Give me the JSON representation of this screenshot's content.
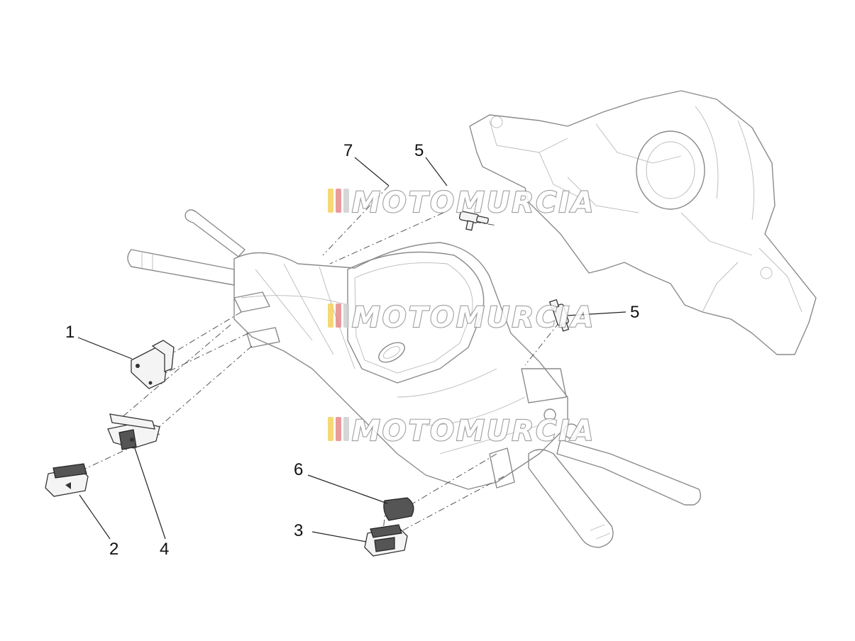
{
  "diagram": {
    "callouts": [
      {
        "id": "c1",
        "label": "1"
      },
      {
        "id": "c2",
        "label": "2"
      },
      {
        "id": "c3",
        "label": "3"
      },
      {
        "id": "c4",
        "label": "4"
      },
      {
        "id": "c5a",
        "label": "5"
      },
      {
        "id": "c5b",
        "label": "5"
      },
      {
        "id": "c6",
        "label": "6"
      },
      {
        "id": "c7",
        "label": "7"
      }
    ],
    "watermark": {
      "text": "MOTOMURCIA",
      "colors": [
        "#f2d15a",
        "#e58a8a",
        "#cfcfcf"
      ]
    }
  }
}
